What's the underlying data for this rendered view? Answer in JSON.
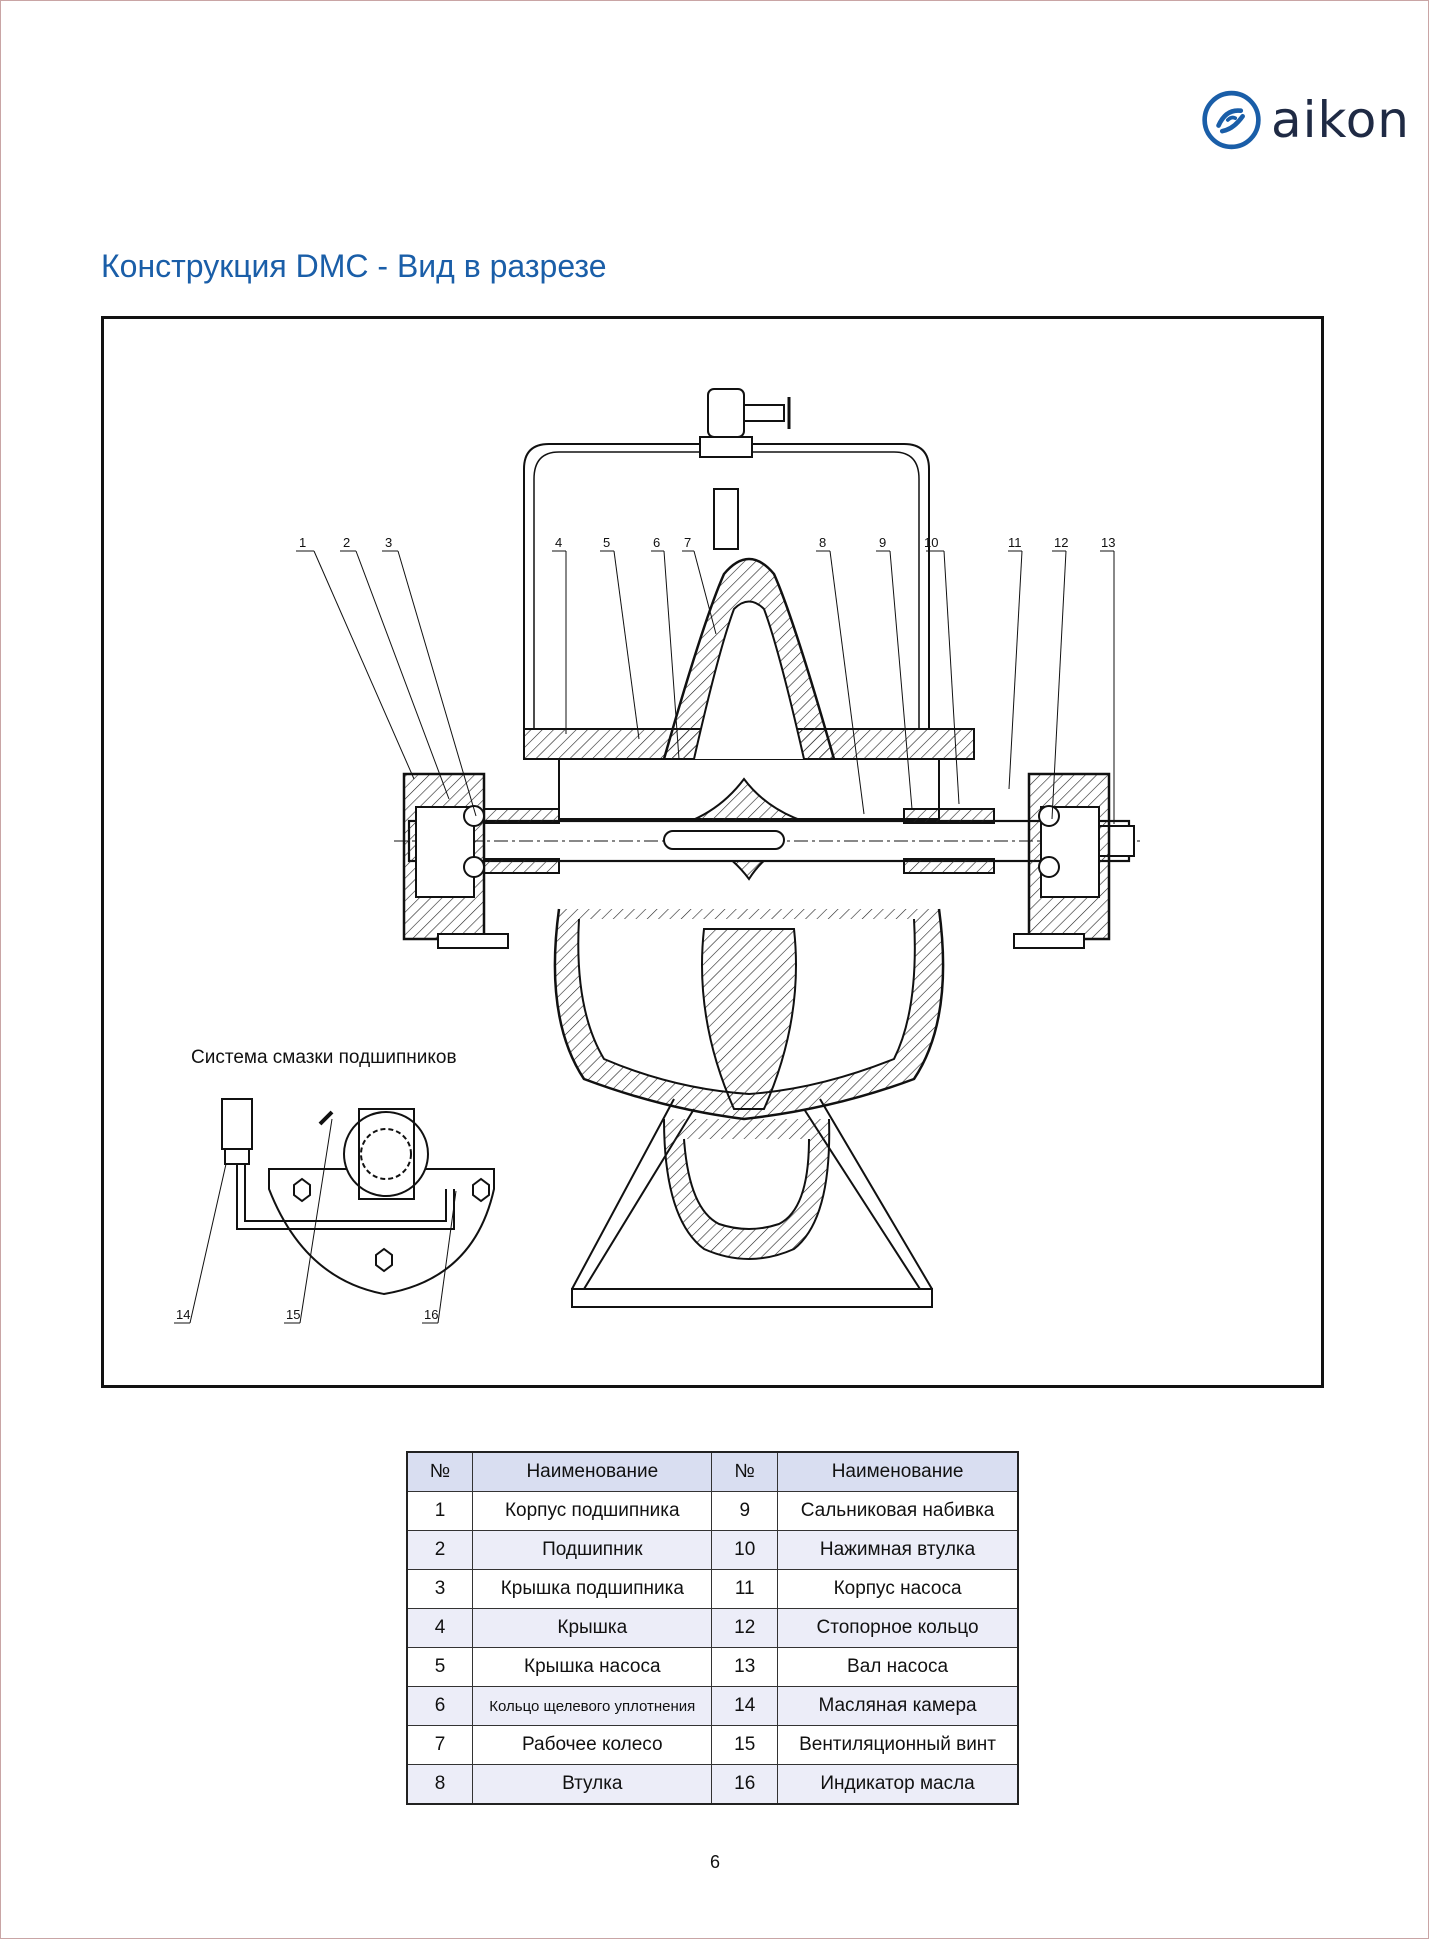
{
  "brand": {
    "name": "aikon",
    "color": "#1a5ea8"
  },
  "title": "Конструкция DMC - Вид в разрезе",
  "drawing": {
    "lube_caption": "Система смазки подшипников",
    "callouts": [
      "1",
      "2",
      "3",
      "4",
      "5",
      "6",
      "7",
      "8",
      "9",
      "10",
      "11",
      "12",
      "13",
      "14",
      "15",
      "16"
    ]
  },
  "table": {
    "headers": [
      "№",
      "Наименование",
      "№",
      "Наименование"
    ],
    "rows": [
      {
        "no1": "1",
        "name1": "Корпус подшипника",
        "no2": "9",
        "name2": "Сальниковая набивка"
      },
      {
        "no1": "2",
        "name1": "Подшипник",
        "no2": "10",
        "name2": "Нажимная втулка"
      },
      {
        "no1": "3",
        "name1": "Крышка подшипника",
        "no2": "11",
        "name2": "Корпус насоса"
      },
      {
        "no1": "4",
        "name1": "Крышка",
        "no2": "12",
        "name2": "Стопорное кольцо"
      },
      {
        "no1": "5",
        "name1": "Крышка насоса",
        "no2": "13",
        "name2": "Вал насоса"
      },
      {
        "no1": "6",
        "name1": "Кольцо щелевого уплотнения",
        "no2": "14",
        "name2": "Масляная камера"
      },
      {
        "no1": "7",
        "name1": "Рабочее колесо",
        "no2": "15",
        "name2": "Вентиляционный винт"
      },
      {
        "no1": "8",
        "name1": "Втулка",
        "no2": "16",
        "name2": "Индикатор масла"
      }
    ]
  },
  "page_number": "6"
}
